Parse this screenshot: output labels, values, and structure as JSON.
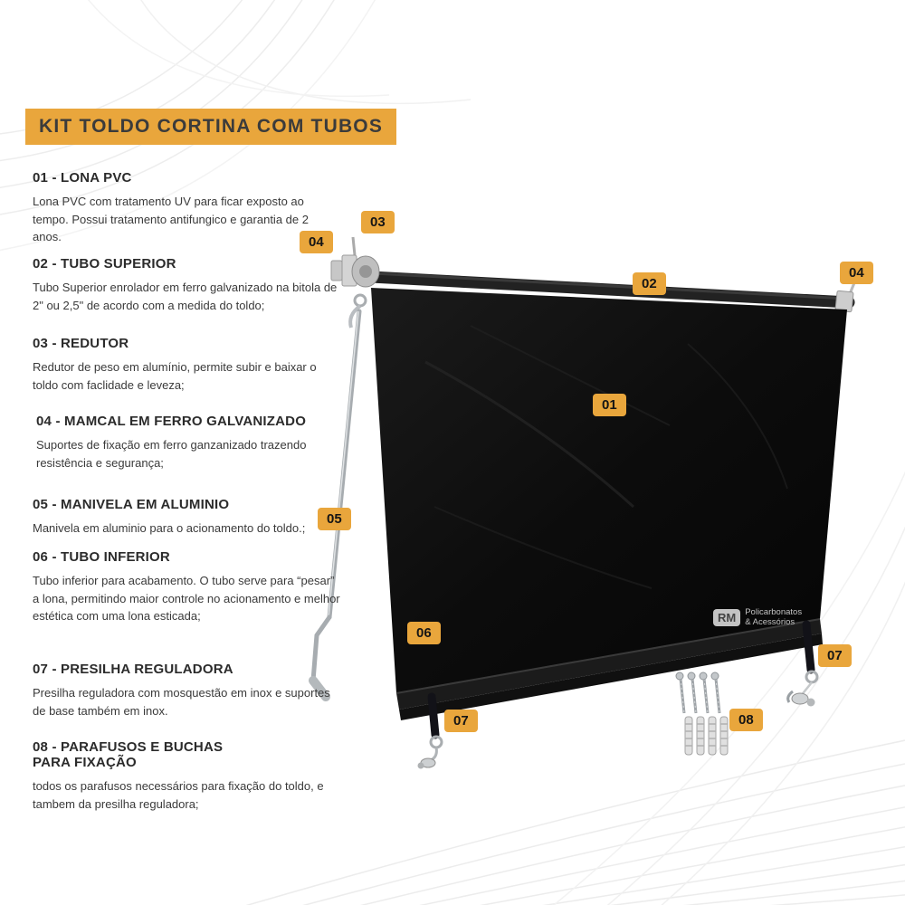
{
  "title": {
    "text": "KIT TOLDO CORTINA COM TUBOS"
  },
  "items": [
    {
      "heading": "01 - LONA PVC",
      "body": "Lona PVC com tratamento UV para ficar exposto ao tempo. Possui tratamento antifungico e garantia de 2 anos."
    },
    {
      "heading": "02 - TUBO SUPERIOR",
      "body": "Tubo Superior enrolador em ferro galvanizado na bitola de 2\" ou 2,5\" de acordo com a medida do toldo;"
    },
    {
      "heading": "03 - REDUTOR",
      "body": "Redutor de peso em alumínio, permite subir e baixar o toldo com faclidade e leveza;"
    },
    {
      "heading": "04 - MAMCAL  EM FERRO GALVANIZADO",
      "body": "Suportes de fixação em ferro ganzanizado trazendo resistência e segurança;"
    },
    {
      "heading": "05 - MANIVELA EM ALUMINIO",
      "body": "Manivela em aluminio para o acionamento do toldo.;"
    },
    {
      "heading": "06 - TUBO INFERIOR",
      "body": "Tubo inferior para acabamento. O tubo serve para “pesar” a lona, permitindo maior controle no acionamento e melhor estética com uma lona esticada;"
    },
    {
      "heading": "07 - PRESILHA REGULADORA",
      "body": "Presilha reguladora com mosquestão em inox e suportes de base também em inox."
    },
    {
      "heading": "08 - PARAFUSOS E BUCHAS\nPARA FIXAÇÃO",
      "body": "todos os parafusos necessários para fixação do toldo, e tambem da presilha reguladora;"
    }
  ],
  "badges": [
    {
      "label": "03"
    },
    {
      "label": "04"
    },
    {
      "label": "02"
    },
    {
      "label": "04"
    },
    {
      "label": "01"
    },
    {
      "label": "05"
    },
    {
      "label": "06"
    },
    {
      "label": "07"
    },
    {
      "label": "08"
    },
    {
      "label": "07"
    }
  ],
  "watermark": {
    "logo": "RM",
    "line1": "Policarbonatos",
    "line2": "& Acessórios"
  },
  "colors": {
    "accent": "#E9A63C"
  }
}
